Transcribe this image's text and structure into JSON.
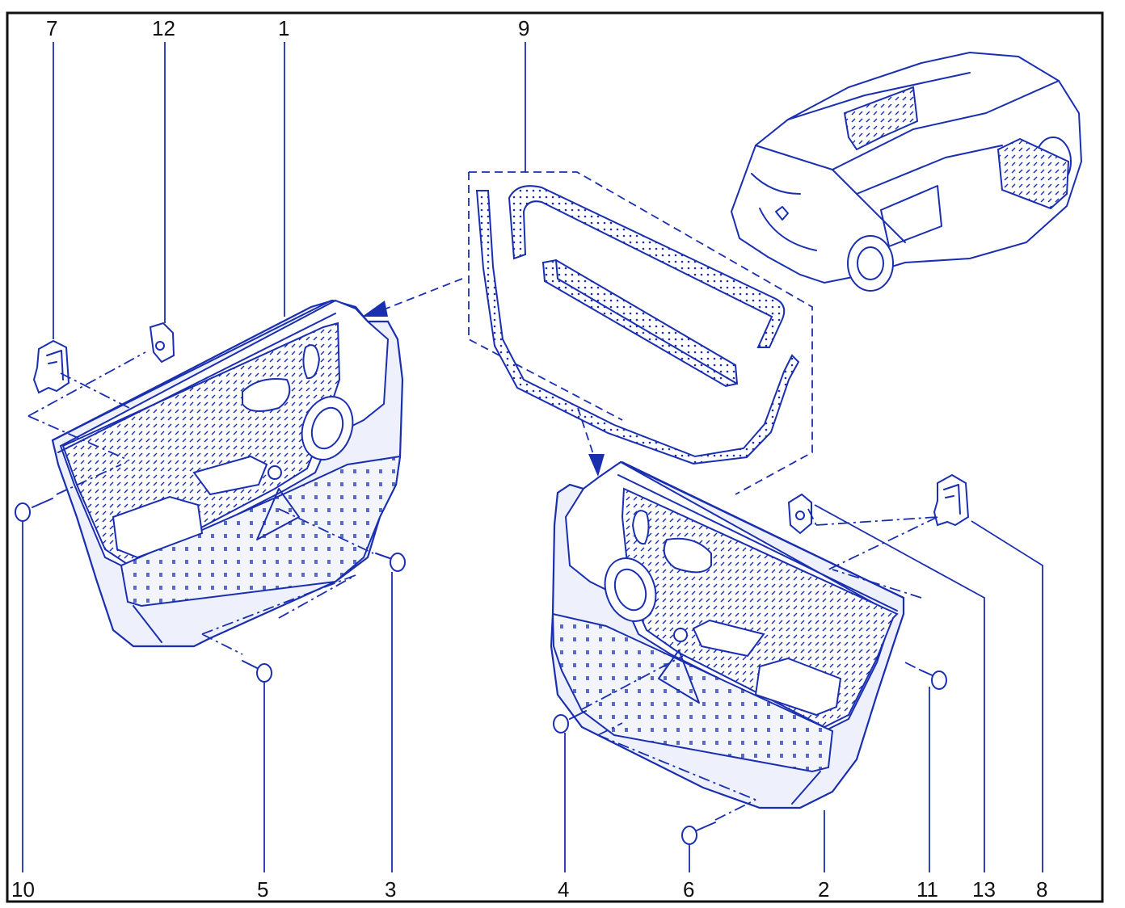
{
  "diagram": {
    "callouts": [
      {
        "id": "c7",
        "text": "7"
      },
      {
        "id": "c12",
        "text": "12"
      },
      {
        "id": "c1",
        "text": "1"
      },
      {
        "id": "c9",
        "text": "9"
      },
      {
        "id": "c10",
        "text": "10"
      },
      {
        "id": "c5",
        "text": "5"
      },
      {
        "id": "c3",
        "text": "3"
      },
      {
        "id": "c4",
        "text": "4"
      },
      {
        "id": "c6",
        "text": "6"
      },
      {
        "id": "c2",
        "text": "2"
      },
      {
        "id": "c11",
        "text": "11"
      },
      {
        "id": "c13",
        "text": "13"
      },
      {
        "id": "c8",
        "text": "8"
      }
    ],
    "line_color": "#1a2fb0",
    "panel_tint": "#eef1fb",
    "icons": [
      "door-trim-panel",
      "door-seal-strip",
      "clip",
      "bracket-clip",
      "screw",
      "car-overview"
    ]
  }
}
